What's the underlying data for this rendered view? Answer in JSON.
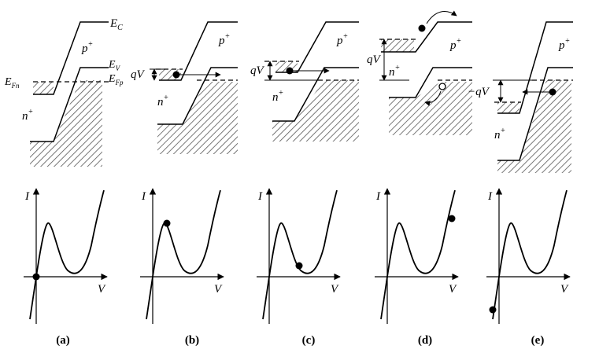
{
  "labels": {
    "ec": "E",
    "ec_sub": "C",
    "ev": "E",
    "ev_sub": "V",
    "efp": "E",
    "efp_sub": "Fp",
    "efn": "E",
    "efn_sub": "Fn",
    "p_plus": "p",
    "n_plus": "n",
    "plus": "+",
    "qv": "qV",
    "neg_qv": "−qV",
    "i_axis": "I",
    "v_axis": "V"
  },
  "captions": [
    "(a)",
    "(b)",
    "(c)",
    "(d)",
    "(e)"
  ],
  "chart_data": {
    "type": "line",
    "description_free": true,
    "xlabel": "V",
    "ylabel": "I",
    "panels": [
      {
        "caption": "(a)",
        "operating_point": "origin"
      },
      {
        "caption": "(b)",
        "operating_point": "peak"
      },
      {
        "caption": "(c)",
        "operating_point": "valley"
      },
      {
        "caption": "(d)",
        "operating_point": "diffusion"
      },
      {
        "caption": "(e)",
        "operating_point": "reverse"
      }
    ]
  }
}
